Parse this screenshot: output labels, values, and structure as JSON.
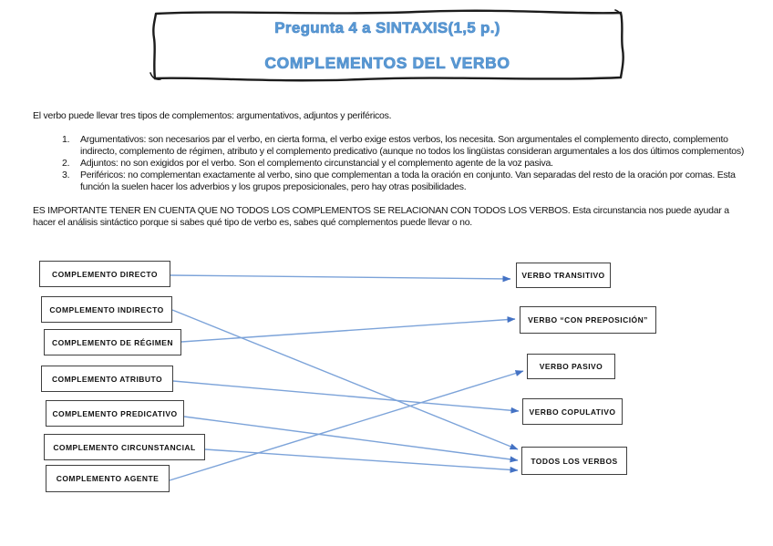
{
  "title_box": {
    "line1": "Pregunta  4 a SINTAXIS(1,5 p.)",
    "line2": "COMPLEMENTOS DEL VERBO",
    "text_color": "#5B9BD5"
  },
  "body": {
    "intro": "El verbo puede llevar tres tipos de complementos: argumentativos, adjuntos y periféricos.",
    "list": [
      {
        "num": "1.",
        "text": "Argumentativos: son necesarios par el verbo, en cierta forma, el verbo exige estos verbos, los necesita. Son argumentales el complemento directo, complemento indirecto, complemento de régimen, atributo y el complemento predicativo (aunque no todos los lingüistas consideran argumentales a los dos últimos complementos)"
      },
      {
        "num": "2.",
        "text": "Adjuntos: no son exigidos por el verbo. Son el complemento circunstancial y el complemento agente de la voz pasiva."
      },
      {
        "num": "3.",
        "text": "Periféricos: no complementan exactamente al verbo, sino que complementan a toda la oración en conjunto. Van separadas del resto de la oración por comas. Esta función la suelen hacer los adverbios y los grupos preposicionales, pero hay otras posibilidades."
      }
    ],
    "note": "ES IMPORTANTE TENER EN CUENTA QUE NO TODOS LOS COMPLEMENTOS SE RELACIONAN CON TODOS LOS VERBOS. Esta circunstancia nos puede ayudar a hacer el análisis sintáctico porque si sabes qué tipo de verbo es, sabes qué complementos puede llevar o no."
  },
  "diagram": {
    "left": [
      {
        "label": "COMPLEMENTO DIRECTO"
      },
      {
        "label": "COMPLEMENTO INDIRECTO"
      },
      {
        "label": "COMPLEMENTO DE RÉGIMEN"
      },
      {
        "label": "COMPLEMENTO ATRIBUTO"
      },
      {
        "label": "COMPLEMENTO PREDICATIVO"
      },
      {
        "label": "COMPLEMENTO CIRCUNSTANCIAL"
      },
      {
        "label": "COMPLEMENTO AGENTE"
      }
    ],
    "right": [
      {
        "label": "VERBO TRANSITIVO"
      },
      {
        "label": "VERBO “CON PREPOSICIÓN”"
      },
      {
        "label": "VERBO PASIVO"
      },
      {
        "label": "VERBO COPULATIVO"
      },
      {
        "label": "TODOS LOS VERBOS"
      }
    ],
    "connections": [
      {
        "from": "COMPLEMENTO DIRECTO",
        "to": "VERBO TRANSITIVO"
      },
      {
        "from": "COMPLEMENTO INDIRECTO",
        "to": "TODOS LOS VERBOS"
      },
      {
        "from": "COMPLEMENTO DE RÉGIMEN",
        "to": "VERBO “CON PREPOSICIÓN”"
      },
      {
        "from": "COMPLEMENTO ATRIBUTO",
        "to": "VERBO COPULATIVO"
      },
      {
        "from": "COMPLEMENTO PREDICATIVO",
        "to": "TODOS LOS VERBOS"
      },
      {
        "from": "COMPLEMENTO CIRCUNSTANCIAL",
        "to": "TODOS LOS VERBOS"
      },
      {
        "from": "COMPLEMENTO AGENTE",
        "to": "VERBO PASIVO"
      }
    ],
    "line_color": "#7CA3D9",
    "arrow_color": "#4472C4",
    "box_border_color": "#3f3f3f"
  }
}
